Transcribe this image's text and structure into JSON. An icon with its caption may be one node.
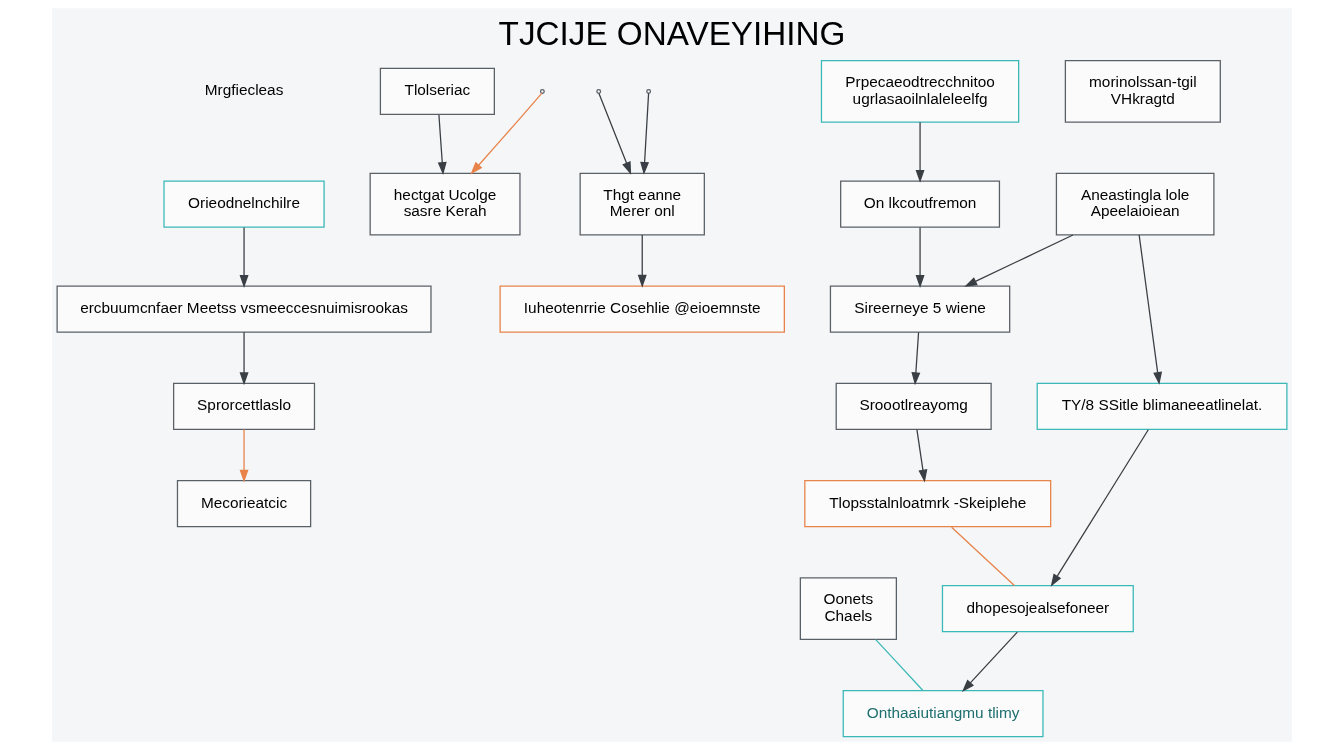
{
  "diagram": {
    "title": "TJCIJE ONAVEYIHING",
    "nodes": [
      {
        "text": [
          "Orieodnelnchilre"
        ]
      },
      {
        "text": [
          "ercbuumcnfaer Meetss vsmeeccesnuimisrookas"
        ]
      },
      {
        "text": [
          "Sprorcettlaslo"
        ]
      },
      {
        "text": [
          "Tlolseriac"
        ]
      },
      {
        "text": [
          "hectgat Ucolge",
          "sasre Kerah"
        ]
      },
      {
        "text": [
          "Thgt eanne",
          "Merer onl"
        ]
      },
      {
        "text": [
          "Iuheotenrrie Cosehlie @eioemnste"
        ]
      },
      {
        "text": [
          "On lkcoutfremon"
        ]
      },
      {
        "text": [
          "Mecorieatcic"
        ]
      },
      {
        "text": [
          "Sroootlreayomg"
        ]
      },
      {
        "text": [
          "Sireerneye 5 wiene"
        ]
      },
      {
        "text": [
          "Tlopsstalnloatmrk -Skeiplehe"
        ]
      },
      {
        "text": [
          "Oonets",
          "Chaels"
        ]
      },
      {
        "text": [
          "morinolssan-tgil",
          "VHkragtd"
        ]
      },
      {
        "text": [
          "Prpecaeodtrecchnitoo",
          "ugrlasaoilnlaleleelfg"
        ]
      },
      {
        "text": [
          "Aneastingla lole",
          "Apeelaioiean"
        ]
      },
      {
        "text": [
          "TY/8 SSitle blimaneeatlinelat."
        ]
      },
      {
        "text": [
          "dhopesojealsefoneer"
        ]
      },
      {
        "text": [
          "Onthaaiutiangmu tlimy"
        ]
      }
    ],
    "edges": [
      {
        "from": 0,
        "to": 1,
        "arrow": "to"
      },
      {
        "from": 1,
        "to": 2,
        "arrow": "to"
      },
      {
        "from": null,
        "to": 5,
        "arrow": "to"
      },
      {
        "from": null,
        "to": 5,
        "arrow": "to"
      },
      {
        "from": 5,
        "to": 6,
        "arrow": "to"
      },
      {
        "from": 14,
        "to": 7,
        "arrow": "to"
      },
      {
        "from": 7,
        "to": 10,
        "arrow": "to"
      },
      {
        "from": 10,
        "to": 9,
        "arrow": "to"
      },
      {
        "from": 2,
        "to": 8,
        "arrow": "to",
        "color": "#e8834a"
      },
      {
        "from": 15,
        "to": 10,
        "arrow": "to"
      },
      {
        "from": 15,
        "to": 16,
        "arrow": "to"
      },
      {
        "from": 16,
        "to": 17,
        "arrow": "to"
      },
      {
        "from": 9,
        "to": 11,
        "arrow": "to"
      },
      {
        "from": 11,
        "to": 17,
        "arrow": "none",
        "color": "#e8834a"
      },
      {
        "from": 17,
        "to": 18,
        "arrow": "to"
      },
      {
        "from": 12,
        "to": 18,
        "arrow": "none",
        "color": "#3bb8b8"
      },
      {
        "from": null,
        "to": 4,
        "arrow": "to",
        "color": "#e8834a"
      },
      {
        "from": 3,
        "to": 4,
        "arrow": "to"
      }
    ],
    "labels": [
      "Mrgfiecleas"
    ]
  }
}
